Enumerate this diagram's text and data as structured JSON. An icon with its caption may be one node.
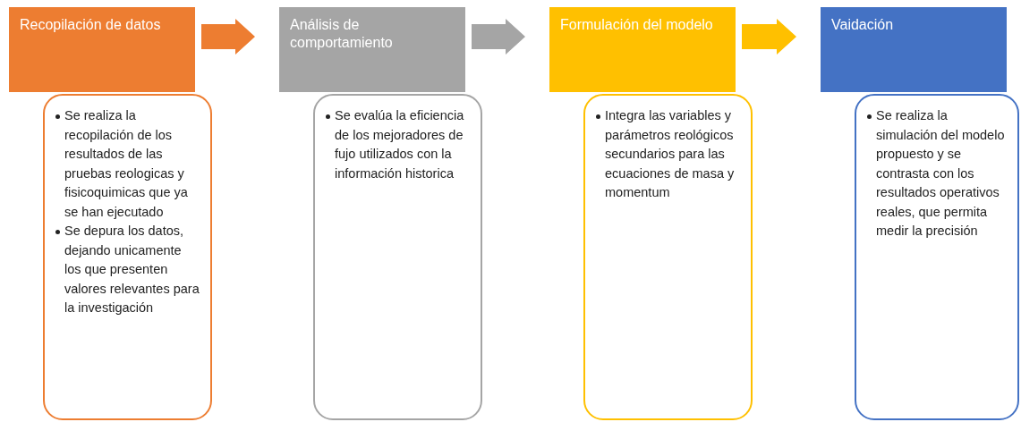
{
  "diagram": {
    "nodes": [
      {
        "text": [
          "Recopilación de datos"
        ]
      },
      {
        "text": [
          "Se realiza la recopilación de los resultados de las pruebas reologicas y fisicoquimicas que ya se han ejecutado",
          "Se depura los datos, dejando unicamente los que presenten valores relevantes para la investigación"
        ]
      },
      {
        "text": [
          "Análisis de comportamiento"
        ]
      },
      {
        "text": [
          "Se evalúa la eficiencia de los mejoradores de fujo utilizados con la información historica"
        ]
      },
      {
        "text": [
          "Formulación del modelo"
        ]
      },
      {
        "text": [
          "Integra las variables y parámetros reológicos secundarios para las ecuaciones de masa y momentum"
        ]
      },
      {
        "text": [
          "Vaidación"
        ]
      },
      {
        "text": [
          "Se realiza la simulación del modelo propuesto y se contrasta con los resultados operativos reales, que permita medir la precisión"
        ]
      }
    ],
    "edges": [
      {
        "from": 0,
        "to": 2,
        "arrow": "to",
        "style": "thick",
        "color": "#ed7d31"
      },
      {
        "from": 2,
        "to": 4,
        "arrow": "to",
        "style": "thick",
        "color": "#a5a5a5"
      },
      {
        "from": 4,
        "to": 6,
        "arrow": "to",
        "style": "thick",
        "color": "#ffc000"
      }
    ]
  }
}
